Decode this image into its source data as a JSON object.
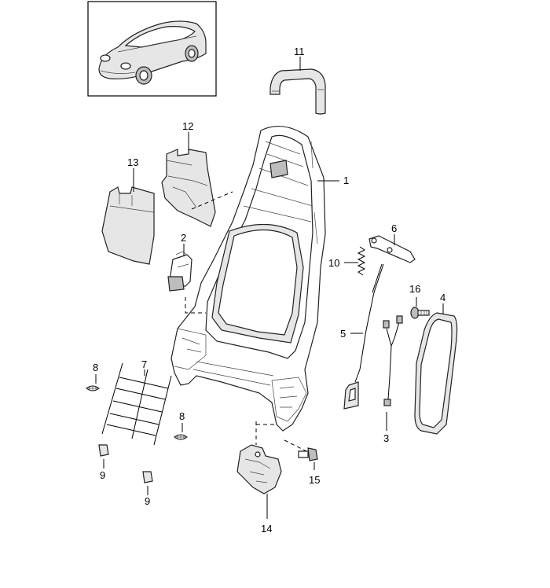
{
  "labels": {
    "p1": "1",
    "p2": "2",
    "p3": "3",
    "p4": "4",
    "p5": "5",
    "p6": "6",
    "p7": "7",
    "p8a": "8",
    "p8b": "8",
    "p9a": "9",
    "p9b": "9",
    "p10": "10",
    "p11": "11",
    "p12": "12",
    "p13": "13",
    "p14": "14",
    "p15": "15",
    "p16": "16"
  },
  "colors": {
    "line": "#000000",
    "part_fill": "#ffffff",
    "part_shade": "#e6e6e6"
  }
}
